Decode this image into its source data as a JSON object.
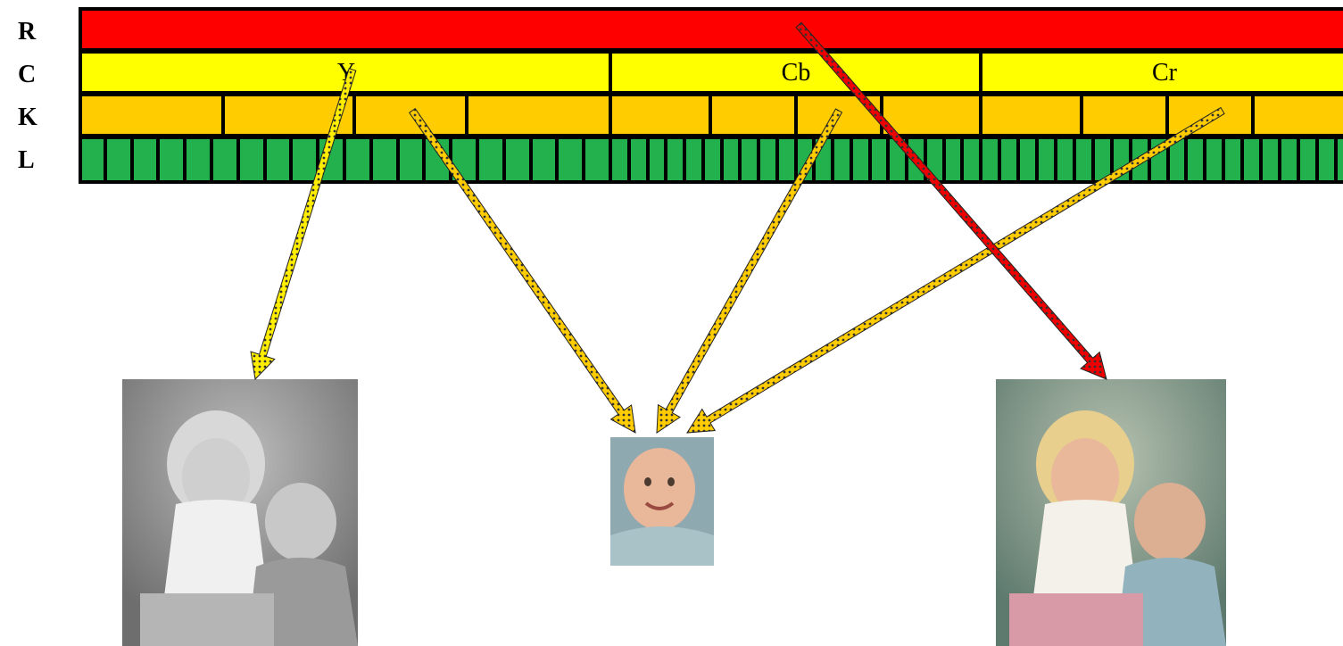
{
  "row_labels": [
    "R",
    "C",
    "K",
    "L"
  ],
  "components": [
    "Y",
    "Cb",
    "Cr"
  ],
  "colors": {
    "region": "#ff0000",
    "component": "#ffff00",
    "block": "#ffcc00",
    "layer": "#22b14c",
    "border": "#000000",
    "arrow_yellow": "#ffee00",
    "arrow_orange": "#ffcc00",
    "arrow_red": "#ee0000"
  },
  "structure": {
    "blocks_per_component": [
      4,
      4,
      4
    ],
    "layers_per_component": [
      20,
      20,
      20
    ]
  },
  "images": [
    {
      "name": "luminance-image",
      "desc_icon": "grayscale-photo-icon"
    },
    {
      "name": "chroma-image",
      "desc_icon": "baby-photo-icon"
    },
    {
      "name": "color-image",
      "desc_icon": "color-photo-icon"
    }
  ]
}
